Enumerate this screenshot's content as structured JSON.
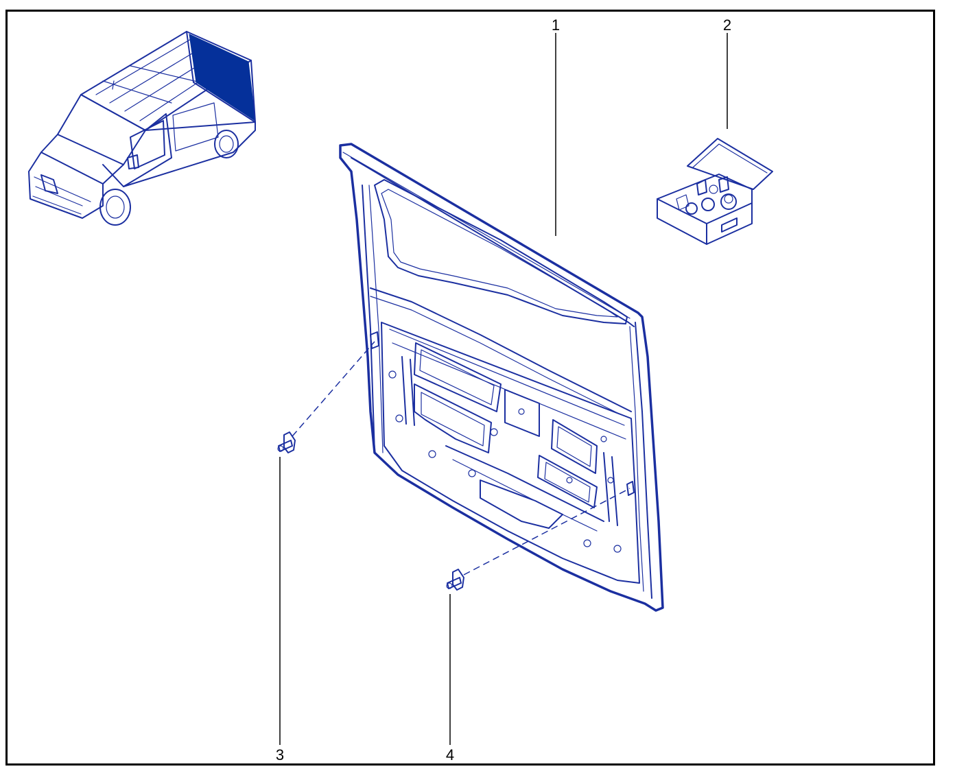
{
  "callouts": [
    {
      "number": "1",
      "part": "rear-door-panel"
    },
    {
      "number": "2",
      "part": "fixing-kit-box"
    },
    {
      "number": "3",
      "part": "clip-left"
    },
    {
      "number": "4",
      "part": "clip-right"
    }
  ],
  "colors": {
    "line": "#1b2fa0",
    "highlight": "#05309a",
    "frame": "#000000",
    "label": "#000000"
  }
}
